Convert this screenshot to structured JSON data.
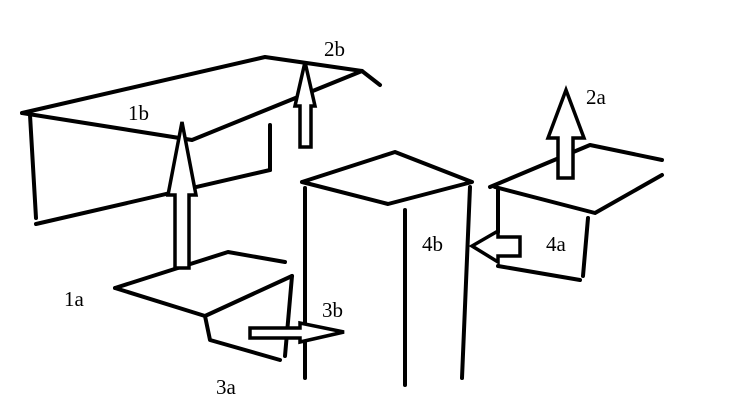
{
  "diagram": {
    "labels": {
      "l1a": "1a",
      "l1b": "1b",
      "l2a": "2a",
      "l2b": "2b",
      "l3a": "3a",
      "l3b": "3b",
      "l4a": "4a",
      "l4b": "4b"
    },
    "colors": {
      "stroke": "#000000",
      "background": "#ffffff"
    }
  }
}
